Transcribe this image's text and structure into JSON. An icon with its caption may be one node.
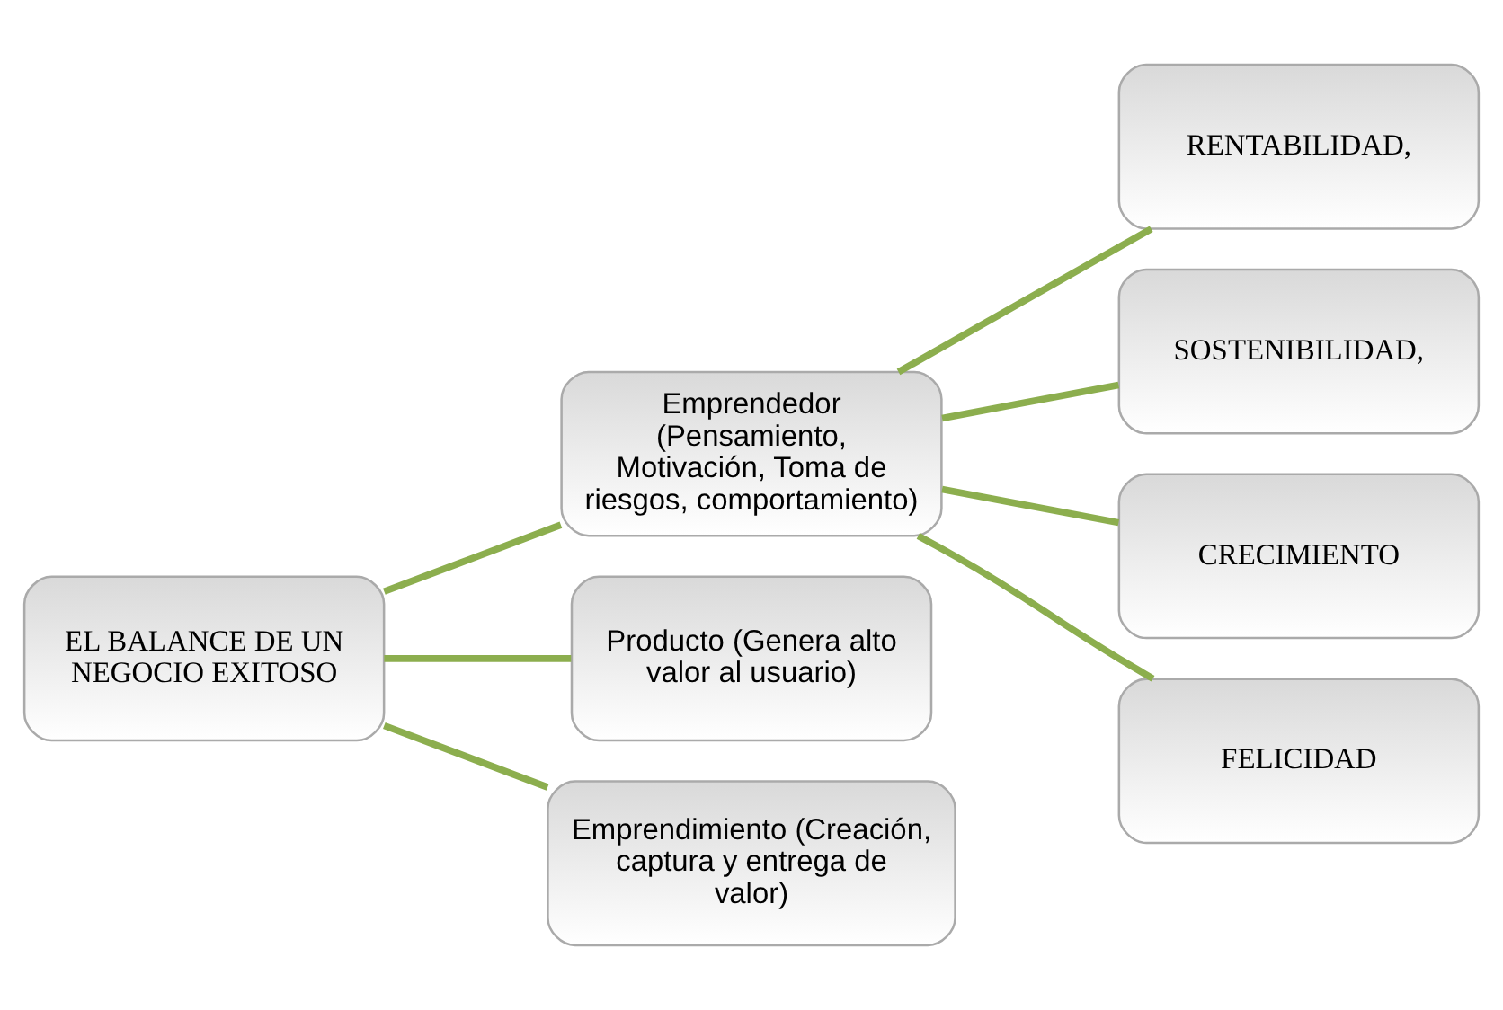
{
  "diagram": {
    "nodes": [
      {
        "text": [
          "EL BALANCE DE UN NEGOCIO EXITOSO"
        ]
      },
      {
        "text": [
          "Emprendedor (Pensamiento, Motivación, Toma de riesgos, comportamiento)"
        ]
      },
      {
        "text": [
          "Producto (Genera alto valor al usuario)"
        ]
      },
      {
        "text": [
          "Emprendimiento (Creación, captura y entrega de valor)"
        ]
      },
      {
        "text": [
          "RENTABILIDAD,"
        ]
      },
      {
        "text": [
          "SOSTENIBILIDAD,"
        ]
      },
      {
        "text": [
          "CRECIMIENTO"
        ]
      },
      {
        "text": [
          "FELICIDAD"
        ]
      }
    ],
    "edges": [
      {
        "from": 0,
        "to": 1,
        "arrow": "none",
        "color": "#8cae4e"
      },
      {
        "from": 0,
        "to": 2,
        "arrow": "none",
        "color": "#8cae4e"
      },
      {
        "from": 0,
        "to": 3,
        "arrow": "none",
        "color": "#8cae4e"
      },
      {
        "from": 1,
        "to": 4,
        "arrow": "none",
        "color": "#8cae4e"
      },
      {
        "from": 1,
        "to": 5,
        "arrow": "none",
        "color": "#8cae4e"
      },
      {
        "from": 1,
        "to": 6,
        "arrow": "none",
        "color": "#8cae4e"
      },
      {
        "from": 1,
        "to": 7,
        "arrow": "none",
        "color": "#8cae4e"
      }
    ]
  }
}
